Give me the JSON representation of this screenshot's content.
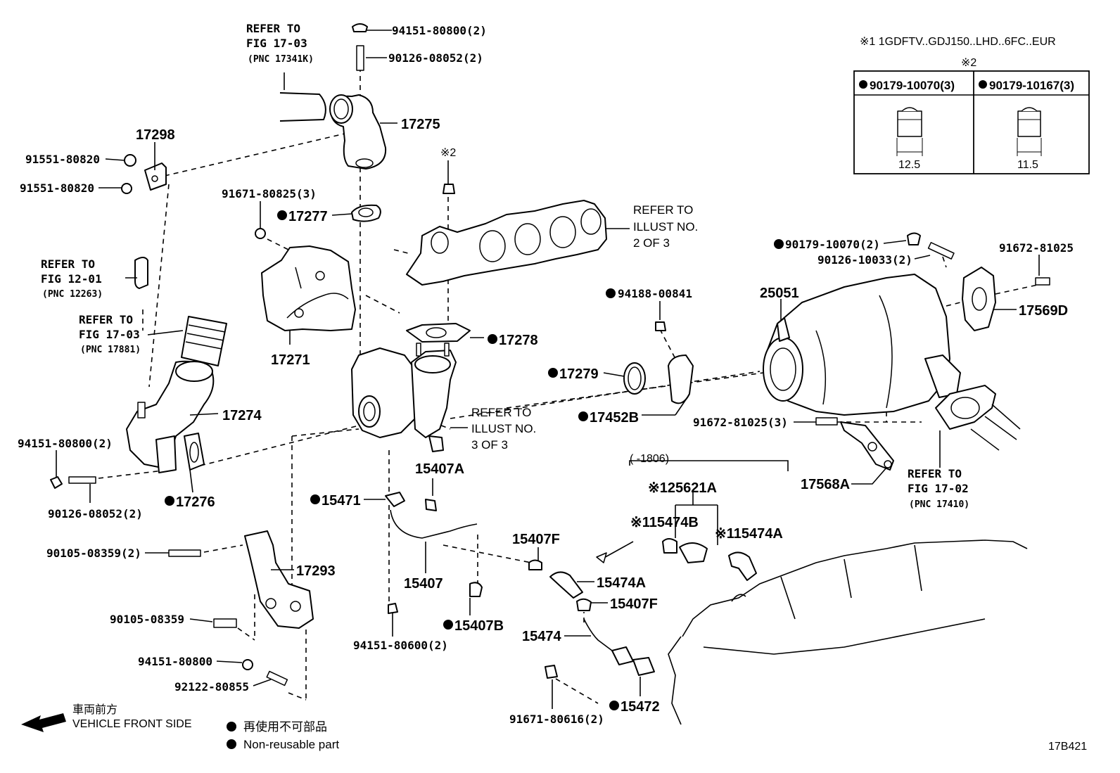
{
  "labels": {
    "refer_17341k_a": "REFER TO",
    "refer_17341k_b": "FIG 17-03",
    "refer_17341k_c": "(PNC 17341K)",
    "p94151_80800_top": "94151-80800(2)",
    "p90126_08052_top": "90126-08052(2)",
    "p17275": "17275",
    "p17298": "17298",
    "p91551_80820_a": "91551-80820",
    "p91551_80820_b": "91551-80820",
    "note2_small": "※2",
    "p91671_80825": "91671-80825(3)",
    "p17277": "17277",
    "refer_ill2_a": "REFER TO",
    "refer_ill2_b": "ILLUST NO.",
    "refer_ill2_c": "2 OF 3",
    "refer_12263_a": "REFER TO",
    "refer_12263_b": "FIG 12-01",
    "refer_12263_c": "(PNC 12263)",
    "refer_17881_a": "REFER TO",
    "refer_17881_b": "FIG 17-03",
    "refer_17881_c": "(PNC 17881)",
    "p17271": "17271",
    "p17278": "17278",
    "p94188_00841": "94188-00841",
    "p25051": "25051",
    "p17279": "17279",
    "p17452b": "17452B",
    "p17274": "17274",
    "refer_ill3_a": "REFER TO",
    "refer_ill3_b": "ILLUST NO.",
    "refer_ill3_c": "3 OF 3",
    "p94151_80800_left": "94151-80800(2)",
    "p17276": "17276",
    "p90126_08052_left": "90126-08052(2)",
    "p15407a": "15407A",
    "p15471": "15471",
    "p90105_08359_2": "90105-08359(2)",
    "p17293": "17293",
    "p15407f_a": "15407F",
    "p15407": "15407",
    "p15474a": "15474A",
    "p15407f_b": "15407F",
    "p90105_08359": "90105-08359",
    "p15407b": "15407B",
    "p94151_80600": "94151-80600(2)",
    "p15474": "15474",
    "p94151_80800_bot": "94151-80800",
    "p92122_80855": "92122-80855",
    "p15472": "15472",
    "p91671_80616": "91671-80616(2)",
    "p90179_10070": "90179-10070(2)",
    "p90126_10033": "90126-10033(2)",
    "p91672_81025": "91672-81025",
    "p17569d": "17569D",
    "p91672_81025_3": "91672-81025(3)",
    "p17568a": "17568A",
    "refer_17410_a": "REFER TO",
    "refer_17410_b": "FIG 17-02",
    "refer_17410_c": "(PNC 17410)",
    "range_1806": "(      -1806)",
    "p25621a": "※125621A",
    "p15474b": "※115474B",
    "p15474a_note": "※115474A"
  },
  "note_box": {
    "header": "※1 1GDFTV..GDJ150..LHD..6FC..EUR",
    "sub": "※2",
    "col1_part": "90179-10070(3)",
    "col2_part": "90179-10167(3)",
    "col1_dim": "12.5",
    "col2_dim": "11.5"
  },
  "legend": {
    "front_jp": "車両前方",
    "front_en": "VEHICLE FRONT SIDE",
    "nonreuse_jp": "再使用不可部品",
    "nonreuse_en": "Non-reusable part"
  },
  "figure_code": "17B421"
}
